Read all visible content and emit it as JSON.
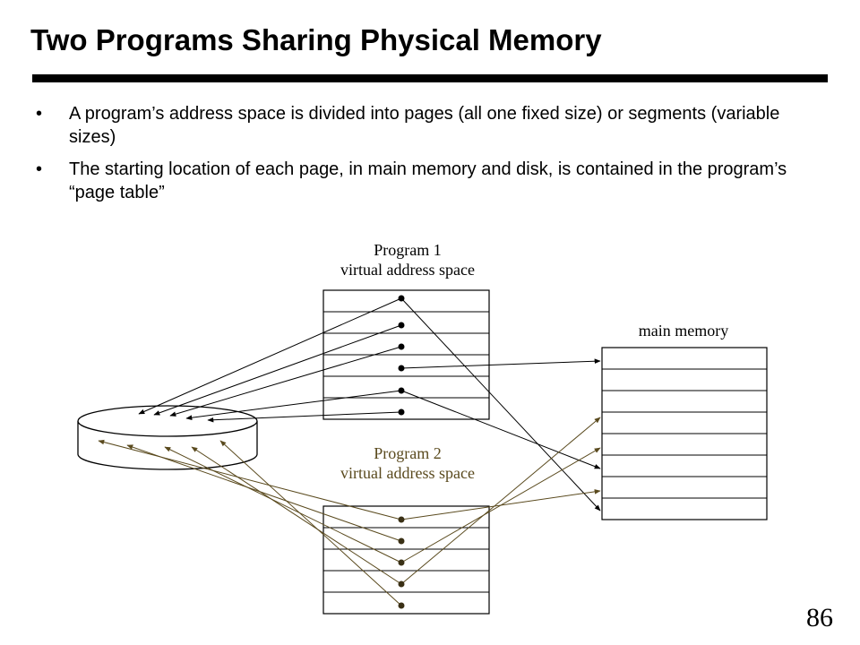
{
  "slide": {
    "title": "Two Programs Sharing Physical Memory",
    "page_number": "86"
  },
  "bullets": [
    {
      "marker": "•",
      "text": "A program’s address space is divided into pages (all one fixed size) or segments (variable sizes)"
    },
    {
      "marker": "•",
      "text": "The starting location of each page, in main memory and disk, is contained in the program’s “page table”"
    }
  ],
  "diagram": {
    "program1_label_line1": "Program 1",
    "program1_label_line2": "virtual address space",
    "program2_label_line1": "Program 2",
    "program2_label_line2": "virtual address space",
    "main_memory_label": "main memory",
    "colors": {
      "program1": "#000000",
      "program2": "#5a4a1e"
    }
  }
}
